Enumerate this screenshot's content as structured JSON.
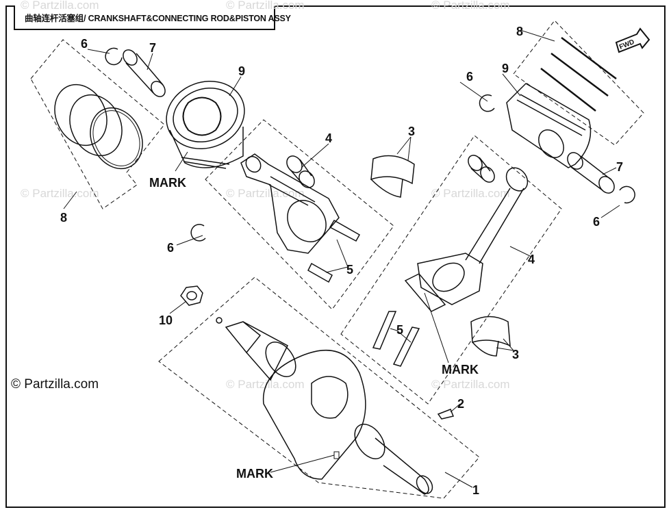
{
  "title": "曲轴连杆活塞组/ CRANKSHAFT&CONNECTING ROD&PISTON ASSY",
  "copyright": "© Partzilla.com",
  "watermark": "© Partzilla.com",
  "fwd_label": "FWD",
  "mark_label": "MARK",
  "callouts": {
    "c1": "1",
    "c2": "2",
    "c3a": "3",
    "c3b": "3",
    "c4a": "4",
    "c4b": "4",
    "c5a": "5",
    "c5b": "5",
    "c6a": "6",
    "c6b": "6",
    "c6c": "6",
    "c6d": "6",
    "c7a": "7",
    "c7b": "7",
    "c8a": "8",
    "c8b": "8",
    "c9a": "9",
    "c9b": "9",
    "c10": "10"
  }
}
